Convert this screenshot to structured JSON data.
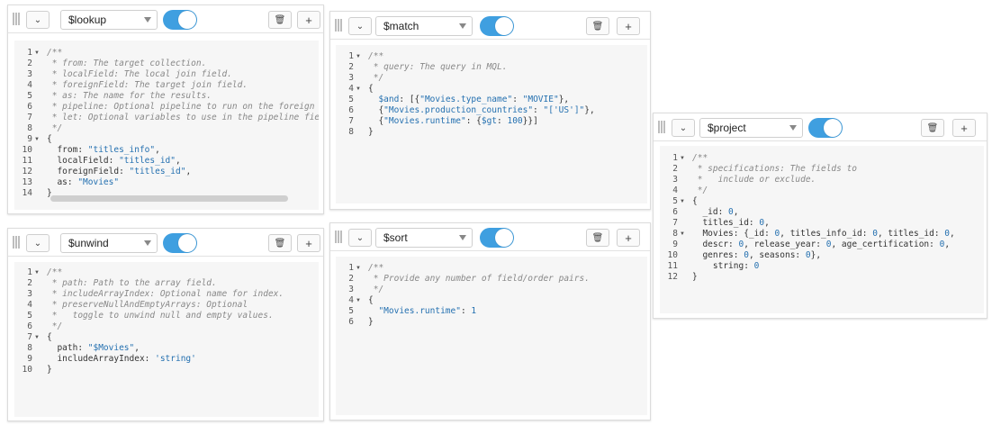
{
  "icons": {
    "collapse": "chevron-down-icon",
    "delete": "trash-icon",
    "add": "plus-icon"
  },
  "labels": {
    "collapse": "⌄",
    "delete": "🗑",
    "add": "+"
  },
  "colors": {
    "toggle": "#3f9fe0",
    "comment": "#888888",
    "string": "#2470b0"
  },
  "stages": [
    {
      "operator": "$lookup",
      "enabled": true,
      "lines": [
        {
          "n": "1",
          "fold": true,
          "segs": [
            {
              "t": "/**",
              "c": "c"
            }
          ]
        },
        {
          "n": "2",
          "segs": [
            {
              "t": " * from: The target collection.",
              "c": "c"
            }
          ]
        },
        {
          "n": "3",
          "segs": [
            {
              "t": " * localField: The local join field.",
              "c": "c"
            }
          ]
        },
        {
          "n": "4",
          "segs": [
            {
              "t": " * foreignField: The target join field.",
              "c": "c"
            }
          ]
        },
        {
          "n": "5",
          "segs": [
            {
              "t": " * as: The name for the results.",
              "c": "c"
            }
          ]
        },
        {
          "n": "6",
          "segs": [
            {
              "t": " * pipeline: Optional pipeline to run on the foreign co",
              "c": "c"
            }
          ]
        },
        {
          "n": "7",
          "segs": [
            {
              "t": " * let: Optional variables to use in the pipeline field",
              "c": "c"
            }
          ]
        },
        {
          "n": "8",
          "segs": [
            {
              "t": " */",
              "c": "c"
            }
          ]
        },
        {
          "n": "9",
          "fold": true,
          "segs": [
            {
              "t": "{",
              "c": ""
            }
          ]
        },
        {
          "n": "10",
          "segs": [
            {
              "t": "  from: ",
              "c": ""
            },
            {
              "t": "\"titles_info\"",
              "c": "s"
            },
            {
              "t": ",",
              "c": ""
            }
          ]
        },
        {
          "n": "11",
          "segs": [
            {
              "t": "  localField: ",
              "c": ""
            },
            {
              "t": "\"titles_id\"",
              "c": "s"
            },
            {
              "t": ",",
              "c": ""
            }
          ]
        },
        {
          "n": "12",
          "segs": [
            {
              "t": "  foreignField: ",
              "c": ""
            },
            {
              "t": "\"titles_id\"",
              "c": "s"
            },
            {
              "t": ",",
              "c": ""
            }
          ]
        },
        {
          "n": "13",
          "segs": [
            {
              "t": "  as: ",
              "c": ""
            },
            {
              "t": "\"Movies\"",
              "c": "s"
            }
          ]
        },
        {
          "n": "14",
          "segs": [
            {
              "t": "}",
              "c": ""
            }
          ]
        }
      ]
    },
    {
      "operator": "$match",
      "enabled": true,
      "lines": [
        {
          "n": "1",
          "fold": true,
          "segs": [
            {
              "t": "/**",
              "c": "c"
            }
          ]
        },
        {
          "n": "2",
          "segs": [
            {
              "t": " * query: The query in MQL.",
              "c": "c"
            }
          ]
        },
        {
          "n": "3",
          "segs": [
            {
              "t": " */",
              "c": "c"
            }
          ]
        },
        {
          "n": "4",
          "fold": true,
          "segs": [
            {
              "t": "{",
              "c": ""
            }
          ]
        },
        {
          "n": "5",
          "segs": [
            {
              "t": "  ",
              "c": ""
            },
            {
              "t": "$and",
              "c": "k"
            },
            {
              "t": ": [{",
              "c": ""
            },
            {
              "t": "\"Movies.type_name\"",
              "c": "s"
            },
            {
              "t": ": ",
              "c": ""
            },
            {
              "t": "\"MOVIE\"",
              "c": "s"
            },
            {
              "t": "},",
              "c": ""
            }
          ]
        },
        {
          "n": "6",
          "segs": [
            {
              "t": "  {",
              "c": ""
            },
            {
              "t": "\"Movies.production_countries\"",
              "c": "s"
            },
            {
              "t": ": ",
              "c": ""
            },
            {
              "t": "\"['US']\"",
              "c": "s"
            },
            {
              "t": "},",
              "c": ""
            }
          ]
        },
        {
          "n": "7",
          "segs": [
            {
              "t": "  {",
              "c": ""
            },
            {
              "t": "\"Movies.runtime\"",
              "c": "s"
            },
            {
              "t": ": {",
              "c": ""
            },
            {
              "t": "$gt",
              "c": "k"
            },
            {
              "t": ": ",
              "c": ""
            },
            {
              "t": "100",
              "c": "n"
            },
            {
              "t": "}}]",
              "c": ""
            }
          ]
        },
        {
          "n": "8",
          "segs": [
            {
              "t": "}",
              "c": ""
            }
          ]
        }
      ]
    },
    {
      "operator": "$project",
      "enabled": true,
      "lines": [
        {
          "n": "1",
          "fold": true,
          "segs": [
            {
              "t": "/**",
              "c": "c"
            }
          ]
        },
        {
          "n": "2",
          "segs": [
            {
              "t": " * specifications: The fields to",
              "c": "c"
            }
          ]
        },
        {
          "n": "3",
          "segs": [
            {
              "t": " *   include or exclude.",
              "c": "c"
            }
          ]
        },
        {
          "n": "4",
          "segs": [
            {
              "t": " */",
              "c": "c"
            }
          ]
        },
        {
          "n": "5",
          "fold": true,
          "segs": [
            {
              "t": "{",
              "c": ""
            }
          ]
        },
        {
          "n": "6",
          "segs": [
            {
              "t": "  _id: ",
              "c": ""
            },
            {
              "t": "0",
              "c": "n"
            },
            {
              "t": ",",
              "c": ""
            }
          ]
        },
        {
          "n": "7",
          "segs": [
            {
              "t": "  titles_id: ",
              "c": ""
            },
            {
              "t": "0",
              "c": "n"
            },
            {
              "t": ",",
              "c": ""
            }
          ]
        },
        {
          "n": "8",
          "fold": true,
          "segs": [
            {
              "t": "  Movies: {_id: ",
              "c": ""
            },
            {
              "t": "0",
              "c": "n"
            },
            {
              "t": ", titles_info_id: ",
              "c": ""
            },
            {
              "t": "0",
              "c": "n"
            },
            {
              "t": ", titles_id: ",
              "c": ""
            },
            {
              "t": "0",
              "c": "n"
            },
            {
              "t": ",",
              "c": ""
            }
          ]
        },
        {
          "n": "9",
          "segs": [
            {
              "t": "  descr: ",
              "c": ""
            },
            {
              "t": "0",
              "c": "n"
            },
            {
              "t": ", release_year: ",
              "c": ""
            },
            {
              "t": "0",
              "c": "n"
            },
            {
              "t": ", age_certification: ",
              "c": ""
            },
            {
              "t": "0",
              "c": "n"
            },
            {
              "t": ",",
              "c": ""
            }
          ]
        },
        {
          "n": "10",
          "segs": [
            {
              "t": "  genres: ",
              "c": ""
            },
            {
              "t": "0",
              "c": "n"
            },
            {
              "t": ", seasons: ",
              "c": ""
            },
            {
              "t": "0",
              "c": "n"
            },
            {
              "t": "},",
              "c": ""
            }
          ]
        },
        {
          "n": "11",
          "segs": [
            {
              "t": "    string: ",
              "c": ""
            },
            {
              "t": "0",
              "c": "n"
            }
          ]
        },
        {
          "n": "12",
          "segs": [
            {
              "t": "}",
              "c": ""
            }
          ]
        }
      ]
    },
    {
      "operator": "$unwind",
      "enabled": true,
      "lines": [
        {
          "n": "1",
          "fold": true,
          "segs": [
            {
              "t": "/**",
              "c": "c"
            }
          ]
        },
        {
          "n": "2",
          "segs": [
            {
              "t": " * path: Path to the array field.",
              "c": "c"
            }
          ]
        },
        {
          "n": "3",
          "segs": [
            {
              "t": " * includeArrayIndex: Optional name for index.",
              "c": "c"
            }
          ]
        },
        {
          "n": "4",
          "segs": [
            {
              "t": " * preserveNullAndEmptyArrays: Optional",
              "c": "c"
            }
          ]
        },
        {
          "n": "5",
          "segs": [
            {
              "t": " *   toggle to unwind null and empty values.",
              "c": "c"
            }
          ]
        },
        {
          "n": "6",
          "segs": [
            {
              "t": " */",
              "c": "c"
            }
          ]
        },
        {
          "n": "7",
          "fold": true,
          "segs": [
            {
              "t": "{",
              "c": ""
            }
          ]
        },
        {
          "n": "8",
          "segs": [
            {
              "t": "  path: ",
              "c": ""
            },
            {
              "t": "\"$Movies\"",
              "c": "s"
            },
            {
              "t": ",",
              "c": ""
            }
          ]
        },
        {
          "n": "9",
          "segs": [
            {
              "t": "  includeArrayIndex: ",
              "c": ""
            },
            {
              "t": "'string'",
              "c": "s"
            }
          ]
        },
        {
          "n": "10",
          "segs": [
            {
              "t": "}",
              "c": ""
            }
          ]
        }
      ]
    },
    {
      "operator": "$sort",
      "enabled": true,
      "lines": [
        {
          "n": "1",
          "fold": true,
          "segs": [
            {
              "t": "/**",
              "c": "c"
            }
          ]
        },
        {
          "n": "2",
          "segs": [
            {
              "t": " * Provide any number of field/order pairs.",
              "c": "c"
            }
          ]
        },
        {
          "n": "3",
          "segs": [
            {
              "t": " */",
              "c": "c"
            }
          ]
        },
        {
          "n": "4",
          "fold": true,
          "segs": [
            {
              "t": "{",
              "c": ""
            }
          ]
        },
        {
          "n": "5",
          "segs": [
            {
              "t": "  ",
              "c": ""
            },
            {
              "t": "\"Movies.runtime\"",
              "c": "s"
            },
            {
              "t": ": ",
              "c": ""
            },
            {
              "t": "1",
              "c": "n"
            }
          ]
        },
        {
          "n": "6",
          "segs": [
            {
              "t": "}",
              "c": ""
            }
          ]
        }
      ]
    }
  ]
}
